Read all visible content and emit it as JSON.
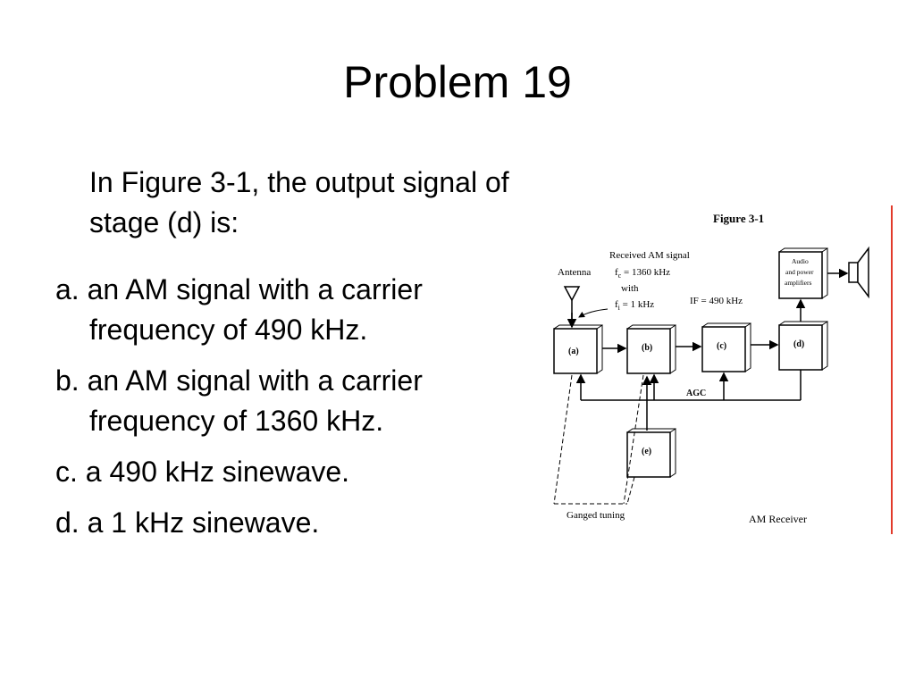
{
  "slide": {
    "title": "Problem 19"
  },
  "question": {
    "stem": "In Figure 3-1, the output signal of stage (d) is:"
  },
  "options": [
    {
      "letter": "a.",
      "text": "an AM signal with a carrier frequency of 490 kHz."
    },
    {
      "letter": "b.",
      "text": "an AM signal with a carrier frequency of 1360 kHz."
    },
    {
      "letter": "c.",
      "text": "a 490 kHz sinewave."
    },
    {
      "letter": "d.",
      "text": "a 1 kHz sinewave."
    }
  ],
  "figure": {
    "title": "Figure 3-1",
    "caption": "AM Receiver",
    "antenna_label": "Antenna",
    "signal_label": "Received AM signal",
    "fc_label": "f",
    "fc_sub": "c",
    "fc_value": " = 1360 kHz",
    "with_label": "with",
    "fi_label": "f",
    "fi_sub": "i",
    "fi_value": " = 1 kHz",
    "if_label": "IF = 490 kHz",
    "agc_label": "AGC",
    "ganged_label": "Ganged tuning",
    "audio_line1": "Audio",
    "audio_line2": "and power",
    "audio_line3": "amplifiers",
    "block_a": "(a)",
    "block_b": "(b)",
    "block_c": "(c)",
    "block_d": "(d)",
    "block_e": "(e)"
  }
}
